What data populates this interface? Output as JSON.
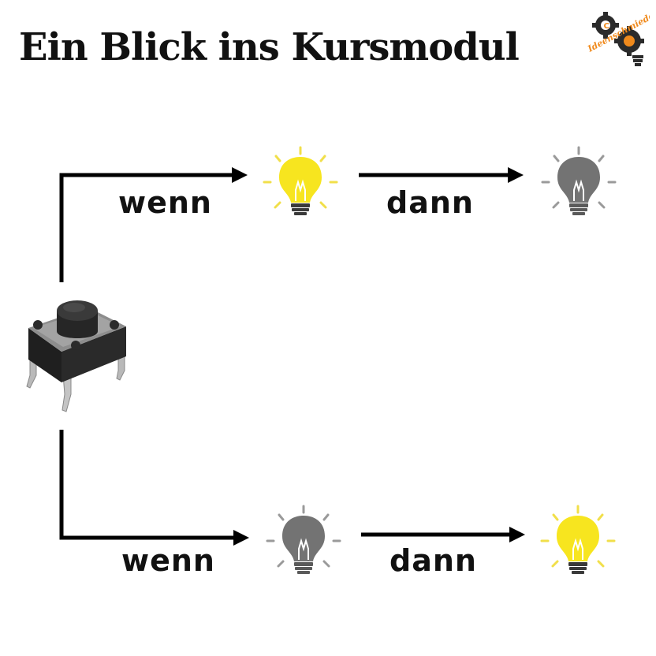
{
  "title": "Ein Blick ins Kursmodul",
  "logo": {
    "text": "Ideenschmiede",
    "icon": "lightbulb-gear-logo"
  },
  "rows": [
    {
      "condition_label": "wenn",
      "result_label": "dann",
      "first_bulb": "on",
      "second_bulb": "off"
    },
    {
      "condition_label": "wenn",
      "result_label": "dann",
      "first_bulb": "off",
      "second_bulb": "on"
    }
  ],
  "icons": {
    "input": "push-button-icon",
    "bulb": "light-bulb-icon",
    "arrow": "arrow-right-icon"
  },
  "colors": {
    "bulb_on": "#f7e51f",
    "bulb_off": "#737373",
    "rays_on": "#f1df4a",
    "rays_off": "#9a9a9a",
    "line": "#000000",
    "logo_orange": "#f08a1c"
  }
}
